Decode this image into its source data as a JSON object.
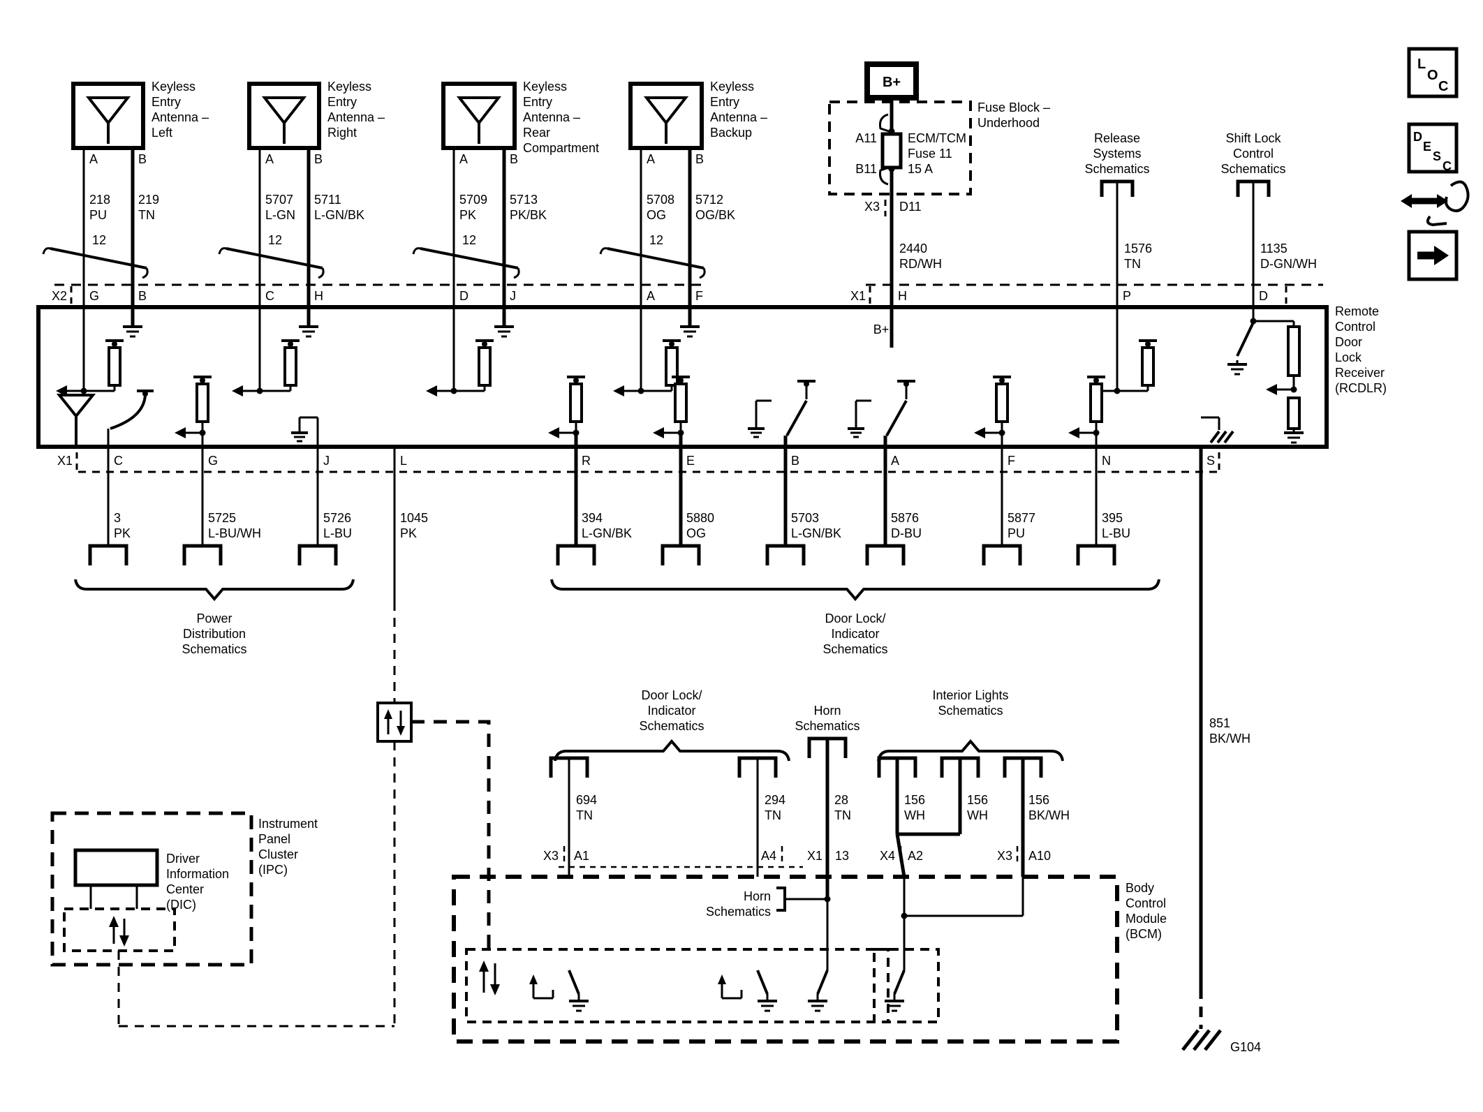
{
  "receiver": {
    "x2_label": "X2",
    "x1_top_label": "X1",
    "x1_bottom_label": "X1",
    "bplus_label": "B+",
    "name_lines": [
      "Remote",
      "Control",
      "Door",
      "Lock",
      "Receiver",
      "(RCDLR)"
    ],
    "top_pins": {
      "g": "G",
      "b": "B",
      "c": "C",
      "h": "H",
      "d": "D",
      "j": "J",
      "a": "A",
      "f": "F",
      "h2": "H",
      "p": "P",
      "d2": "D"
    },
    "bottom_pins": [
      {
        "pin": "C",
        "id": "3",
        "color": "PK"
      },
      {
        "pin": "G",
        "id": "5725",
        "color": "L-BU/WH"
      },
      {
        "pin": "J",
        "id": "5726",
        "color": "L-BU"
      },
      {
        "pin": "L",
        "id": "1045",
        "color": "PK"
      },
      {
        "pin": "R",
        "id": "394",
        "color": "L-GN/BK"
      },
      {
        "pin": "E",
        "id": "5880",
        "color": "OG"
      },
      {
        "pin": "B",
        "id": "5703",
        "color": "L-GN/BK"
      },
      {
        "pin": "A",
        "id": "5876",
        "color": "D-BU"
      },
      {
        "pin": "F",
        "id": "5877",
        "color": "PU"
      },
      {
        "pin": "N",
        "id": "395",
        "color": "L-BU"
      },
      {
        "pin": "S",
        "id": "",
        "color": ""
      }
    ]
  },
  "antennas": [
    {
      "label_lines": [
        "Keyless",
        "Entry",
        "Antenna –",
        "Left"
      ],
      "pin_a": "A",
      "pin_b": "B",
      "wire_a": {
        "id": "218",
        "color": "PU"
      },
      "wire_b": {
        "id": "219",
        "color": "TN"
      },
      "shield": "12"
    },
    {
      "label_lines": [
        "Keyless",
        "Entry",
        "Antenna –",
        "Right"
      ],
      "pin_a": "A",
      "pin_b": "B",
      "wire_a": {
        "id": "5707",
        "color": "L-GN"
      },
      "wire_b": {
        "id": "5711",
        "color": "L-GN/BK"
      },
      "shield": "12"
    },
    {
      "label_lines": [
        "Keyless",
        "Entry",
        "Antenna –",
        "Rear",
        "Compartment"
      ],
      "pin_a": "A",
      "pin_b": "B",
      "wire_a": {
        "id": "5709",
        "color": "PK"
      },
      "wire_b": {
        "id": "5713",
        "color": "PK/BK"
      },
      "shield": "12"
    },
    {
      "label_lines": [
        "Keyless",
        "Entry",
        "Antenna –",
        "Backup"
      ],
      "pin_a": "A",
      "pin_b": "B",
      "wire_a": {
        "id": "5708",
        "color": "OG"
      },
      "wire_b": {
        "id": "5712",
        "color": "OG/BK"
      },
      "shield": "12"
    }
  ],
  "fuse_block": {
    "battery_label": "B+",
    "name_lines": [
      "Fuse Block –",
      "Underhood"
    ],
    "pin_top": "A11",
    "pin_bottom": "B11",
    "fuse_lines": [
      "ECM/TCM",
      "Fuse 11",
      "15 A"
    ],
    "conn_left": "X3",
    "conn_right": "D11",
    "wire": {
      "id": "2440",
      "color": "RD/WH"
    }
  },
  "release": {
    "label_lines": [
      "Release",
      "Systems",
      "Schematics"
    ],
    "wire": {
      "id": "1576",
      "color": "TN"
    }
  },
  "shift_lock": {
    "label_lines": [
      "Shift Lock",
      "Control",
      "Schematics"
    ],
    "wire": {
      "id": "1135",
      "color": "D-GN/WH"
    }
  },
  "power_brace": {
    "label_lines": [
      "Power",
      "Distribution",
      "Schematics"
    ]
  },
  "door_brace": {
    "label_lines": [
      "Door Lock/",
      "Indicator",
      "Schematics"
    ]
  },
  "mid_door": {
    "label_lines": [
      "Door Lock/",
      "Indicator",
      "Schematics"
    ],
    "conn": "X3",
    "drops": [
      {
        "id": "694",
        "color": "TN",
        "pin": "A1"
      },
      {
        "id": "294",
        "color": "TN",
        "pin": "A4"
      }
    ]
  },
  "horn": {
    "label_lines": [
      "Horn",
      "Schematics"
    ],
    "ref_lines": [
      "Horn",
      "Schematics"
    ],
    "wire": {
      "id": "28",
      "color": "TN"
    },
    "conn_left": "X1",
    "conn_right": "13"
  },
  "interior": {
    "label_lines": [
      "Interior Lights",
      "Schematics"
    ],
    "wires": [
      {
        "id": "156",
        "color": "WH"
      },
      {
        "id": "156",
        "color": "WH"
      },
      {
        "id": "156",
        "color": "BK/WH"
      }
    ],
    "conn_a2_left": "X4",
    "conn_a2_right": "A2",
    "conn_a10_left": "X3",
    "conn_a10_right": "A10"
  },
  "bcm": {
    "name_lines": [
      "Body",
      "Control",
      "Module",
      "(BCM)"
    ]
  },
  "ipc": {
    "name_lines": [
      "Instrument",
      "Panel",
      "Cluster",
      "(IPC)"
    ],
    "dic_lines": [
      "Driver",
      "Information",
      "Center",
      "(DIC)"
    ]
  },
  "ground": {
    "wire": {
      "id": "851",
      "color": "BK/WH"
    },
    "name": "G104"
  },
  "icons": {
    "loc": [
      "L",
      "O",
      "C"
    ],
    "desc": [
      "D",
      "E",
      "S",
      "C"
    ]
  }
}
